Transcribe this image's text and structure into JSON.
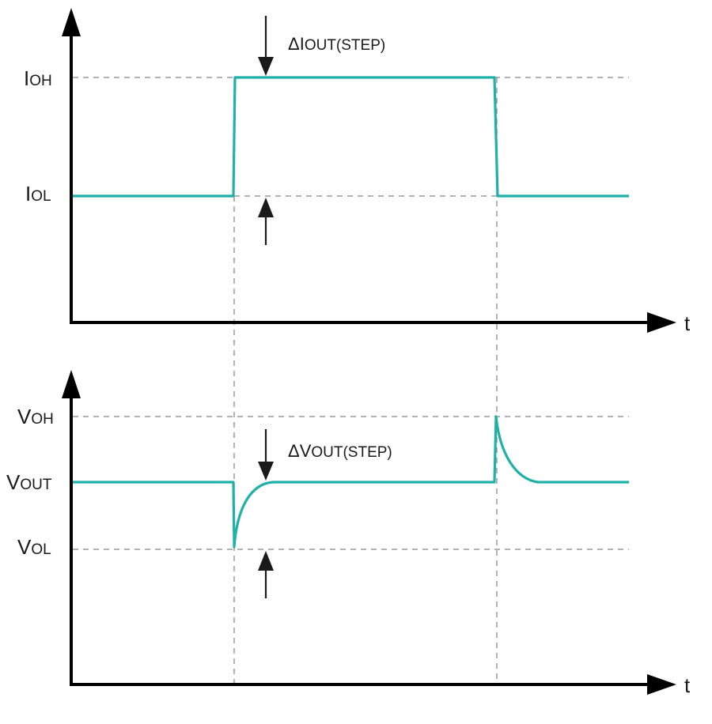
{
  "current_plot": {
    "y_labels": {
      "high": {
        "main": "I",
        "sub": "OH"
      },
      "low": {
        "main": "I",
        "sub": "OL"
      }
    },
    "x_label": "t",
    "step_annotation": {
      "main": "ΔI",
      "sub": "OUT(STEP)"
    }
  },
  "voltage_plot": {
    "y_labels": {
      "high": {
        "main": "V",
        "sub": "OH"
      },
      "nominal": {
        "main": "V",
        "sub": "OUT"
      },
      "low": {
        "main": "V",
        "sub": "OL"
      }
    },
    "x_label": "t",
    "step_annotation": {
      "main": "ΔV",
      "sub": "OUT(STEP)"
    }
  },
  "colors": {
    "waveform": "#1fb0a8",
    "axis": "#000000",
    "guide": "#9a9a9a"
  }
}
